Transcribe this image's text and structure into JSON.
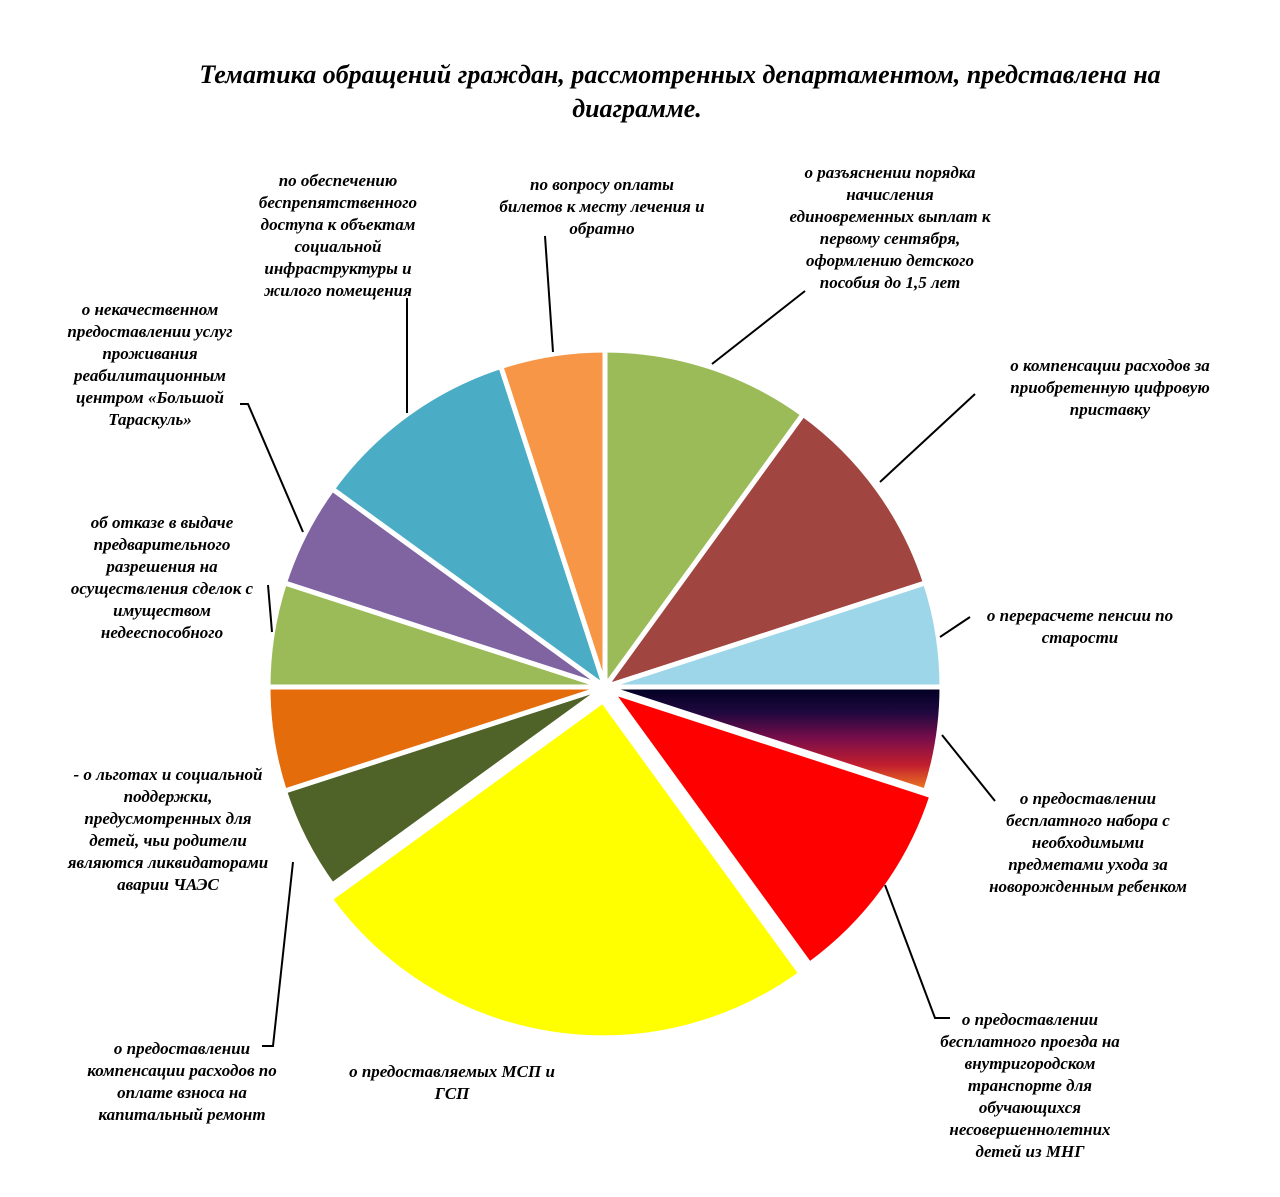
{
  "chart_data": {
    "type": "pie",
    "title_lines": [
      "Тематика обращений граждан, рассмотренных департаментом, представлена на",
      "диаграмме."
    ],
    "slices": [
      {
        "label_lines": [
          "о разъяснении порядка",
          "начисления",
          "единовременных выплат к",
          "первому сентября,",
          "оформлению детского",
          "пособия до 1,5 лет"
        ],
        "value": 10,
        "color": "#9BBB59"
      },
      {
        "label_lines": [
          "о компенсации расходов за",
          "приобретенную цифровую",
          "приставку"
        ],
        "value": 10,
        "color": "#A0453F"
      },
      {
        "label_lines": [
          "о перерасчете пенсии по",
          "старости"
        ],
        "value": 5,
        "color": "#9DD6E8"
      },
      {
        "label_lines": [
          "о предоставлении",
          "бесплатного набора с",
          "необходимыми",
          "предметами ухода за",
          "новорожденным ребенком"
        ],
        "value": 5,
        "color": "#1A0A30",
        "gradient": [
          "#000022",
          "#20083E",
          "#7A0E4A",
          "#C21E2E",
          "#F08020"
        ]
      },
      {
        "label_lines": [
          "о предоставлении",
          "бесплатного проезда на",
          "внутригородском",
          "транспорте для",
          "обучающихся",
          "несовершеннолетних",
          "детей из МНГ"
        ],
        "value": 10,
        "color": "#FF0000"
      },
      {
        "label_lines": [
          "о предоставляемых МСП и",
          "ГСП"
        ],
        "value": 25,
        "color": "#FFFF00"
      },
      {
        "label_lines": [
          "о предоставлении",
          "компенсации расходов по",
          "оплате взноса на",
          "капитальный ремонт"
        ],
        "value": 5,
        "color": "#4F6228"
      },
      {
        "label_lines": [
          "-  о льготах и социальной",
          "поддержки,",
          "предусмотренных для",
          "детей, чьи родители",
          "являются ликвидаторами",
          "аварии ЧАЭС"
        ],
        "value": 5,
        "color": "#E46C0A"
      },
      {
        "label_lines": [
          "об отказе в выдаче",
          "предварительного",
          "разрешения на",
          "осуществления сделок с",
          "имуществом",
          "недееспособного"
        ],
        "value": 5,
        "color": "#9BBB59"
      },
      {
        "label_lines": [
          "о некачественном",
          "предоставлении услуг",
          "проживания",
          "реабилитационным",
          "центром «Большой",
          "Тараскуль»"
        ],
        "value": 5,
        "color": "#8064A2"
      },
      {
        "label_lines": [
          "по обеспечению",
          "беспрепятственного",
          "доступа к объектам",
          "социальной",
          "инфраструктуры и",
          "жилого помещения"
        ],
        "value": 10,
        "color": "#4BACC6"
      },
      {
        "label_lines": [
          "по вопросу оплаты",
          "билетов к месту лечения и",
          "обратно"
        ],
        "value": 5,
        "color": "#F79646"
      }
    ],
    "legend": "none"
  }
}
